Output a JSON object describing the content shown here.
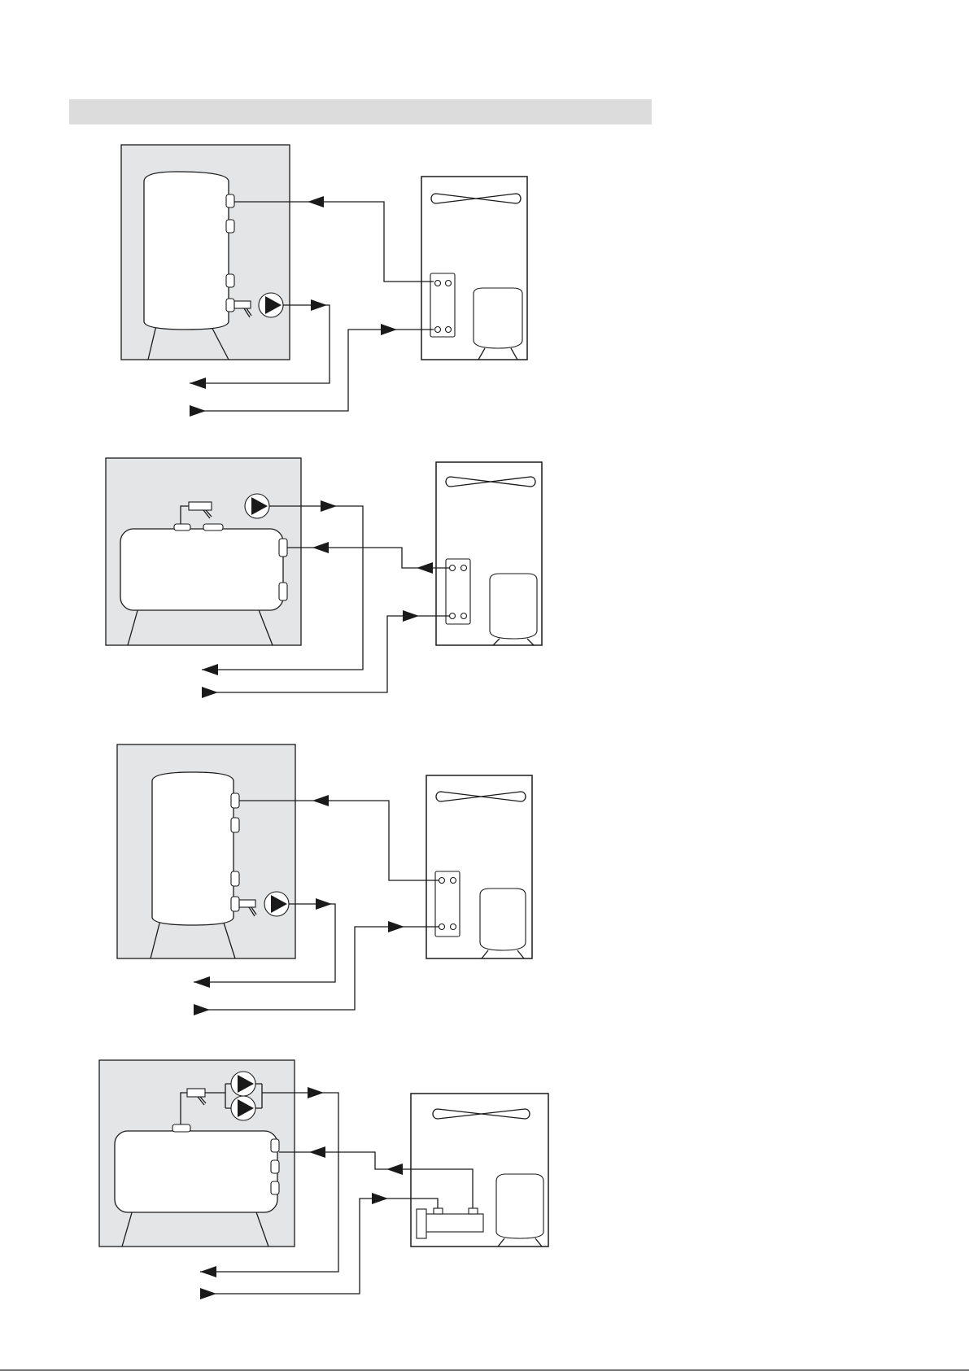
{
  "colors": {
    "header_band": "#dcdcdc",
    "room_fill": "#e4e5e7",
    "line": "#1a1a1a",
    "unit_fill": "#ffffff"
  },
  "diagrams": [
    {
      "id": "diagram-1",
      "tank": "vertical",
      "pumps": 1,
      "exchanger": "plate"
    },
    {
      "id": "diagram-2",
      "tank": "horizontal",
      "pumps": 1,
      "exchanger": "plate"
    },
    {
      "id": "diagram-3",
      "tank": "vertical",
      "pumps": 1,
      "exchanger": "plate"
    },
    {
      "id": "diagram-4",
      "tank": "horizontal",
      "pumps": 2,
      "exchanger": "tube"
    }
  ]
}
